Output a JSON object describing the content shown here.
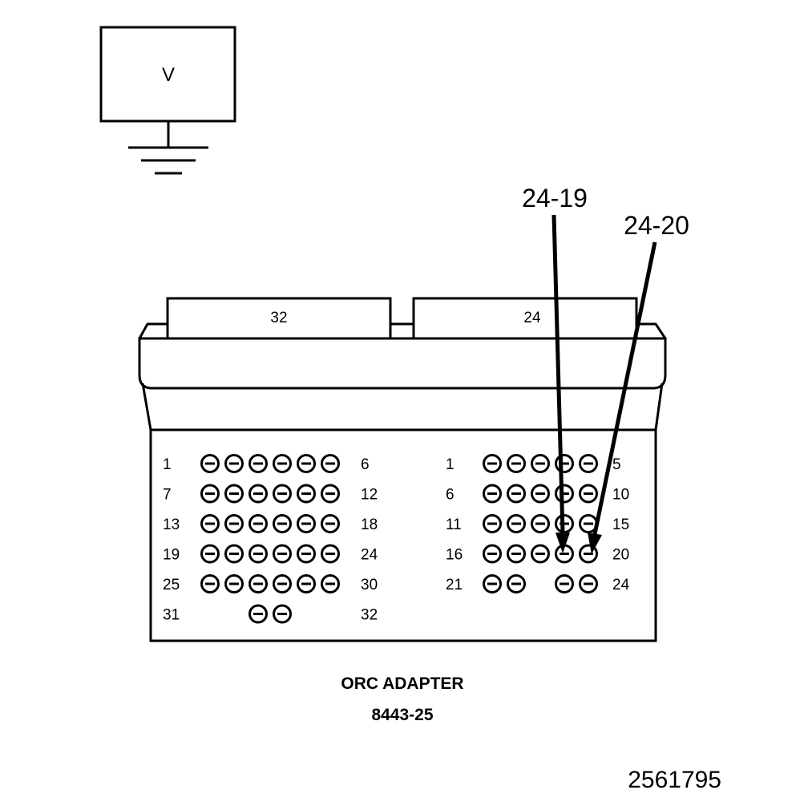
{
  "meter": {
    "label": "V"
  },
  "tabs": {
    "left": "32",
    "right": "24"
  },
  "callouts": {
    "a": "24-19",
    "b": "24-20"
  },
  "adapter": {
    "name": "ORC ADAPTER",
    "part_number": "8443-25"
  },
  "figure_id": "2561795",
  "left_block": {
    "rows": [
      {
        "start": "1",
        "end": "6",
        "holes": 6
      },
      {
        "start": "7",
        "end": "12",
        "holes": 6
      },
      {
        "start": "13",
        "end": "18",
        "holes": 6
      },
      {
        "start": "19",
        "end": "24",
        "holes": 6
      },
      {
        "start": "25",
        "end": "30",
        "holes": 6
      },
      {
        "start": "31",
        "end": "32",
        "holes": 2
      }
    ]
  },
  "right_block": {
    "rows": [
      {
        "start": "1",
        "end": "5",
        "holes": 5
      },
      {
        "start": "6",
        "end": "10",
        "holes": 5
      },
      {
        "start": "11",
        "end": "15",
        "holes": 5
      },
      {
        "start": "16",
        "end": "20",
        "holes": 5
      },
      {
        "start": "21",
        "end": "24",
        "holes": 4
      }
    ]
  },
  "colors": {
    "ink": "#000000",
    "background": "#ffffff"
  }
}
